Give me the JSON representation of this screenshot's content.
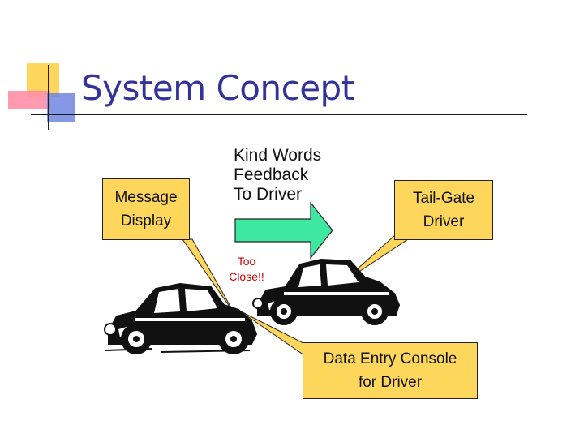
{
  "slide": {
    "title": "System Concept",
    "accent_colors": {
      "yellow": "#fed65b",
      "pink": "#ff6b8a",
      "blue": "#4f6bd6",
      "title": "#333399"
    }
  },
  "diagram": {
    "message_display": "Message\nDisplay",
    "feedback_text": "Kind Words\nFeedback\nTo Driver",
    "tailgate_driver": "Tail-Gate\nDriver",
    "warning_text": "Too\nClose!!",
    "console_label": "Data Entry Console\nfor Driver",
    "arrow_color": "#3ee8a0",
    "callout_fill": "#fed65b",
    "car_icon_count": 2
  }
}
